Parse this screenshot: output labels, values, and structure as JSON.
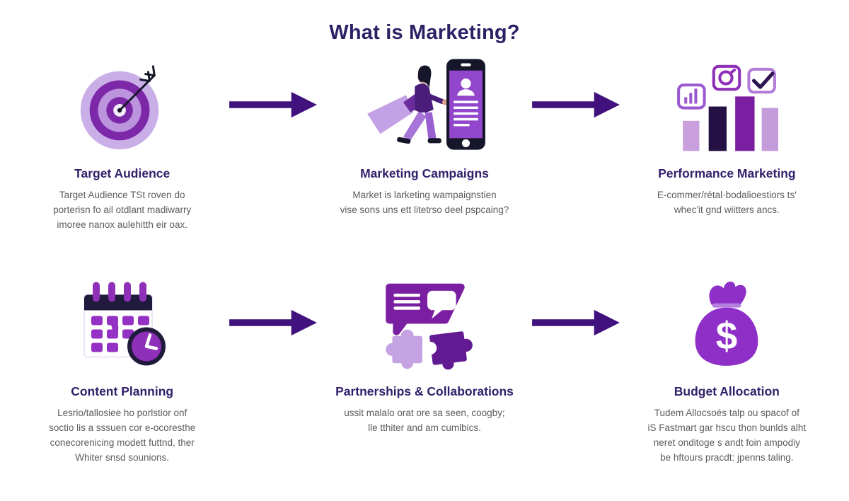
{
  "title": "What is Marketing?",
  "colors": {
    "title": "#2d2166",
    "heading": "#32206b",
    "body_text": "#5c5c5c",
    "arrow": "#41127e",
    "accent_purple": "#8e30b8",
    "dark_purple": "#7b1fa2",
    "light_purple": "#c9aee8",
    "dark_navy": "#16162b",
    "background": "#ffffff"
  },
  "icons": {
    "arrow": "right-arrow-icon",
    "money_bag_symbol": "$"
  },
  "sections": [
    {
      "icon": "target-bullseye-icon",
      "heading": "Target Audience",
      "body": [
        "Target Audience TSt roven do",
        "porterisn fo ail otdlant madiwarry",
        "imoree nanox aulehitth eir oax."
      ]
    },
    {
      "icon": "megaphone-woman-phone-icon",
      "heading": "Marketing Campaigns",
      "body": [
        "Market is larketing wampaignstien",
        "vise sons uns ett litetrso deel pspcaing?"
      ]
    },
    {
      "icon": "bar-chart-icon",
      "heading": "Performance Marketing",
      "body": [
        "E-commer/rétal·bodalioestiors ts'",
        "whec'it gnd wiitters ancs."
      ]
    },
    {
      "icon": "calendar-clock-icon",
      "heading": "Content Planning",
      "body": [
        "Lesrio/tallosiee ho porlstior onf",
        "soctio lis a sssuen cor e-ocoresthe",
        "conecorenicing modett futtnd, ther",
        "Whiter snsd sounions."
      ]
    },
    {
      "icon": "chat-puzzle-icon",
      "heading": "Partnerships & Collaborations",
      "body": [
        "ussit malalo orat ore sa seen, coogby;",
        "lle tthiter and am cumlbics."
      ]
    },
    {
      "icon": "money-bag-icon",
      "heading": "Budget Allocation",
      "body": [
        "Tudem Allocsoés talp ou spacof of",
        "iS Fastmart gar hscu thon bunlds alht",
        "neret onditoge s andt foin ampodiy",
        "be hftours pracdt: jpenns taling."
      ]
    }
  ]
}
